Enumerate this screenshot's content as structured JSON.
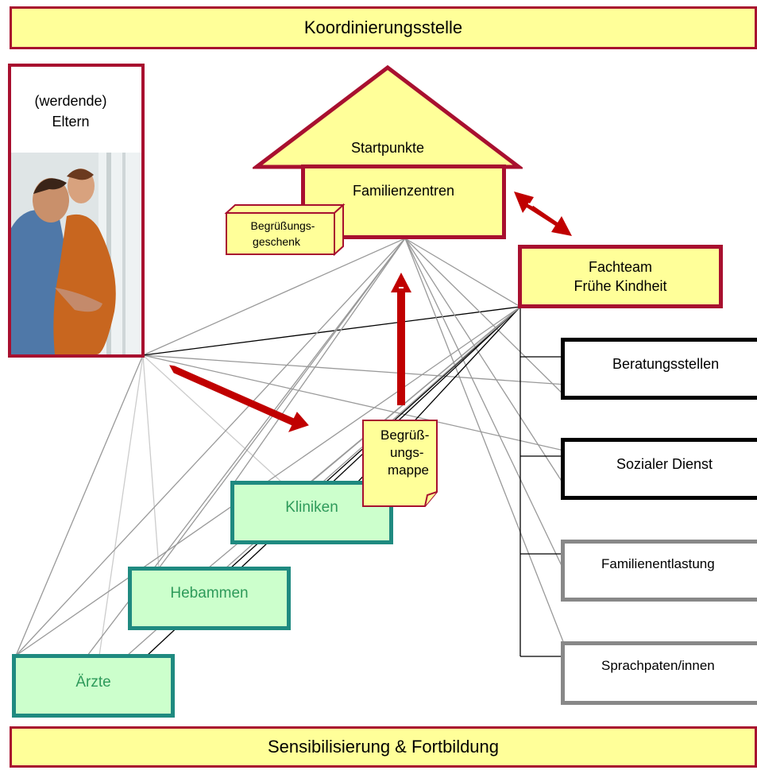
{
  "top_banner": "Koordinierungsstelle",
  "bottom_banner": "Sensibilisierung & Fortbildung",
  "parents": {
    "line1": "(werdende)",
    "line2": "Eltern"
  },
  "house": {
    "roof_label": "Startpunkte",
    "body_label": "Familienzentren"
  },
  "gift": {
    "line1": "Begrüßungs-",
    "line2": "geschenk"
  },
  "fachteam": {
    "line1": "Fachteam",
    "line2": "Frühe Kindheit"
  },
  "mappe": {
    "line1": "Begrüß-",
    "line2": "ungs-",
    "line3": "mappe"
  },
  "partners": {
    "kliniken": "Kliniken",
    "hebammen": "Hebammen",
    "aerzte": "Ärzte"
  },
  "services": {
    "beratung": "Beratungsstellen",
    "sozial": "Sozialer Dienst",
    "entlastung": "Familienentlastung",
    "sprachpaten": "Sprachpaten/innen"
  },
  "colors": {
    "accent_red": "#a8102f",
    "yellow": "#ffff99",
    "green_fill": "#ccffcc",
    "teal_border": "#1f8a80",
    "arrow_red": "#c00000"
  }
}
